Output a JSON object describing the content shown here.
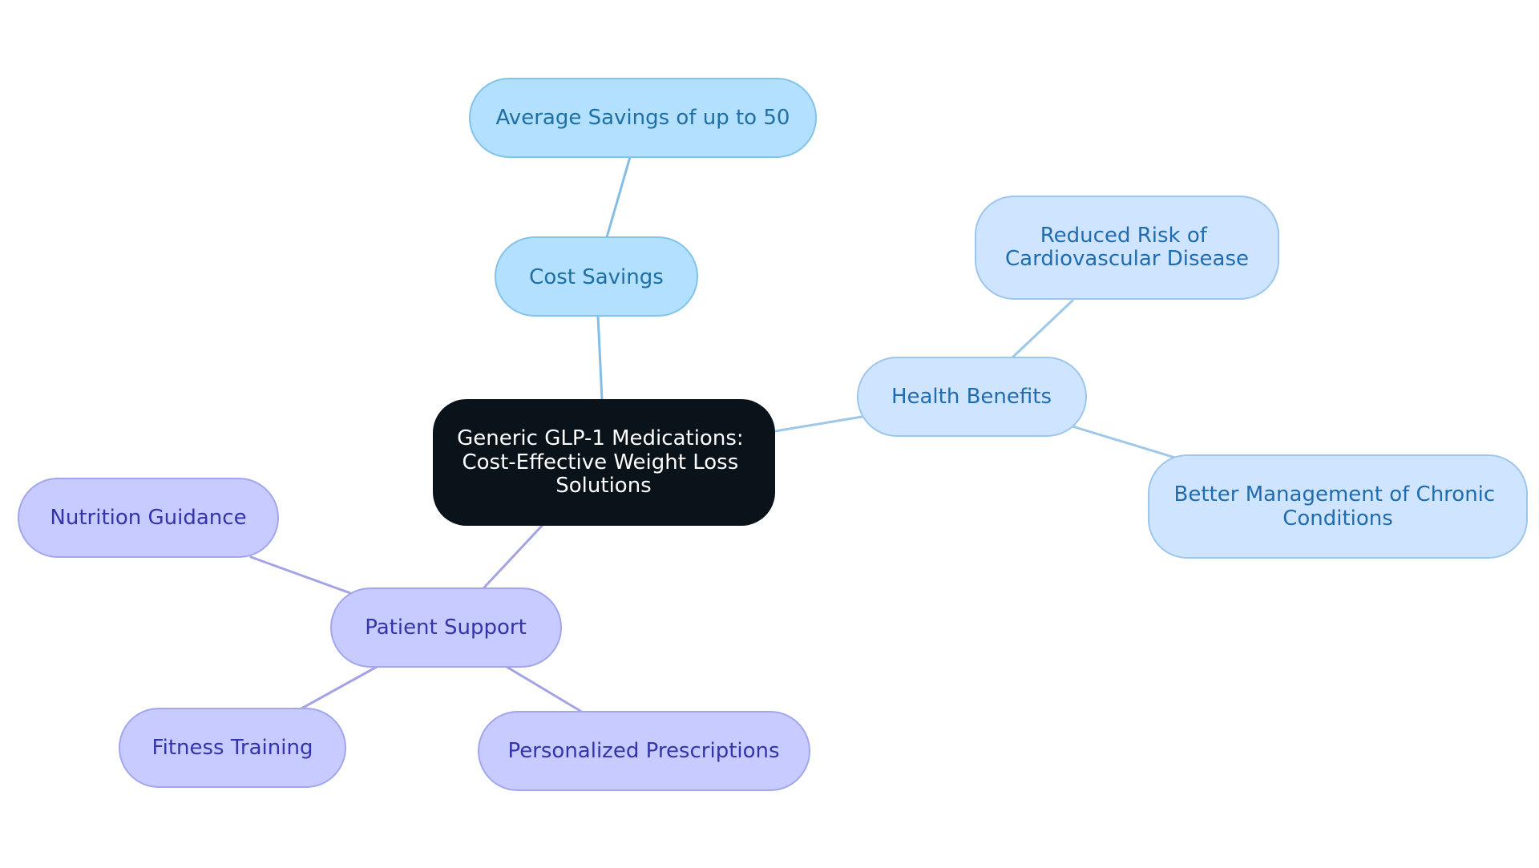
{
  "diagram": {
    "central": {
      "lines": [
        "Generic GLP-1 Medications:",
        "Cost-Effective Weight Loss",
        "Solutions"
      ]
    },
    "branches": [
      {
        "id": "cost-savings",
        "label": "Cost Savings",
        "children": [
          {
            "id": "average-savings",
            "lines": [
              "Average Savings of up to 50"
            ]
          }
        ]
      },
      {
        "id": "health-benefits",
        "label": "Health Benefits",
        "children": [
          {
            "id": "reduced-risk",
            "lines": [
              "Reduced Risk of",
              "Cardiovascular Disease"
            ]
          },
          {
            "id": "better-management",
            "lines": [
              "Better Management of Chronic",
              "Conditions"
            ]
          }
        ]
      },
      {
        "id": "patient-support",
        "label": "Patient Support",
        "children": [
          {
            "id": "nutrition-guidance",
            "lines": [
              "Nutrition Guidance"
            ]
          },
          {
            "id": "fitness-training",
            "lines": [
              "Fitness Training"
            ]
          },
          {
            "id": "personalized-prescriptions",
            "lines": [
              "Personalized Prescriptions"
            ]
          }
        ]
      }
    ]
  },
  "colors": {
    "background": "#ffffff",
    "central_fill": "#0b131a",
    "central_text": "#ffffff",
    "cost_fill": "#b3e0ff",
    "cost_stroke": "#82c3ea",
    "cost_text": "#1f6fa3",
    "cost_edge": "#82bde5",
    "health_fill": "#cfe5ff",
    "health_stroke": "#9cc6ee",
    "health_text": "#1f6bb0",
    "health_edge": "#9ec8ea",
    "support_fill": "#c8cbff",
    "support_stroke": "#a2a6ee",
    "support_text": "#3434a8",
    "support_edge": "#a3a3e6"
  }
}
